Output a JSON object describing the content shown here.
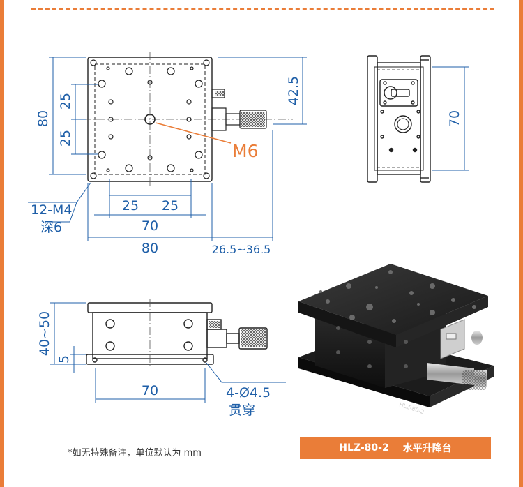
{
  "top_view": {
    "height_total": "80",
    "spacing_upper": "25",
    "spacing_lower": "25",
    "center_hole": "M6",
    "hole_spec": "12-M4",
    "hole_depth": "深6",
    "x_spacing_left": "25",
    "x_spacing_right": "25",
    "x_span": "70",
    "width_total": "80",
    "micrometer_range": "26.5~36.5",
    "micrometer_height": "42.5"
  },
  "side_view": {
    "height": "70"
  },
  "front_view": {
    "height_range": "40~50",
    "base_thickness": "5",
    "hole_spacing": "70",
    "mount_hole": "4-Ø4.5",
    "mount_hole_note": "贯穿"
  },
  "product": {
    "model": "HLZ-80-2",
    "name": "水平升降台",
    "engraving": "HLZ-80-2"
  },
  "footnote": "*如无特殊备注，单位默认为 mm",
  "colors": {
    "accent": "#ea7d38",
    "dimension": "#1f5fa8",
    "line": "#222222"
  }
}
